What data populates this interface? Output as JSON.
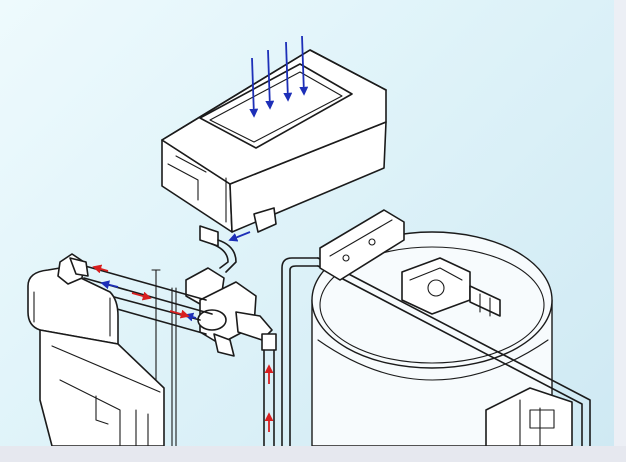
{
  "figure": {
    "style": "line-art technical illustration",
    "colors": {
      "background_top": "#eefafd",
      "background_bottom": "#cfe9f3",
      "line": "#1b1b1b",
      "inflow_arrow": "#1d2fb8",
      "outflow_arrow": "#d81f1f"
    },
    "components": [
      {
        "name": "funnel-reservoir",
        "icon": "tray-icon"
      },
      {
        "name": "left-tank",
        "icon": "tank-icon"
      },
      {
        "name": "t-valve-junction",
        "icon": "valve-icon"
      },
      {
        "name": "cylindrical-vessel",
        "icon": "cylinder-icon"
      },
      {
        "name": "pipe-frame",
        "icon": "pipe-icon"
      }
    ],
    "flows": [
      {
        "name": "intake-downward",
        "color": "#1d2fb8",
        "count": 4
      },
      {
        "name": "outlet-to-tank",
        "color": "#1d2fb8",
        "count": 3
      },
      {
        "name": "return-from-tank",
        "color": "#d81f1f",
        "count": 3
      },
      {
        "name": "riser-upward",
        "color": "#d81f1f",
        "count": 2
      }
    ]
  }
}
